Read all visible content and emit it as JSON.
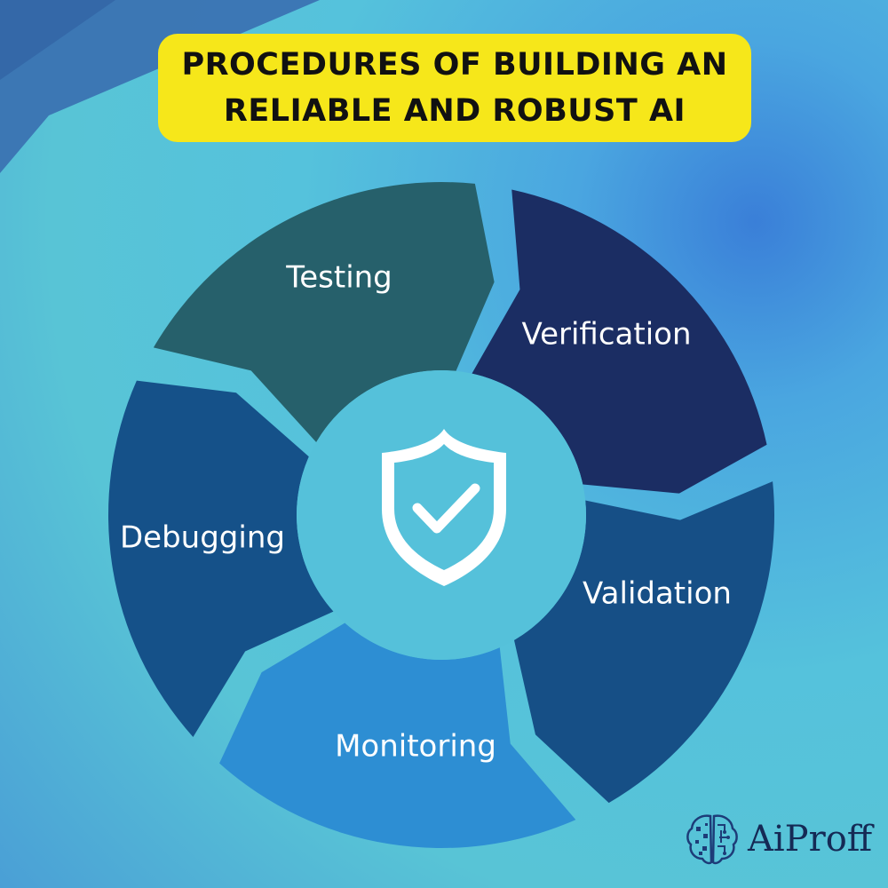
{
  "title": {
    "line1": "PROCEDURES OF BUILDING AN",
    "line2": "RELIABLE AND ROBUST AI"
  },
  "cycle": {
    "center_icon": "shield-check-icon",
    "segments": [
      {
        "label": "Testing",
        "color": "#26606b"
      },
      {
        "label": "Verification",
        "color": "#1b2d63"
      },
      {
        "label": "Validation",
        "color": "#164f86"
      },
      {
        "label": "Monitoring",
        "color": "#2d8ed3"
      },
      {
        "label": "Debugging",
        "color": "#155189"
      }
    ],
    "hub_color": "#55c1da"
  },
  "brand": {
    "name": "AiProff",
    "icon": "brain-circuit-icon"
  },
  "colors": {
    "title_background": "#f6e71a",
    "corner_shape": "#3a6fb0"
  }
}
